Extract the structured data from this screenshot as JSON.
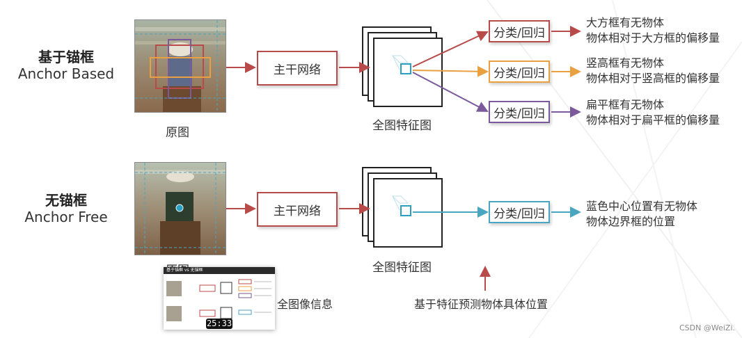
{
  "anchor_based": {
    "title_cn": "基于锚框",
    "title_en": "Anchor Based",
    "image_caption": "原图",
    "backbone_label": "主干网络",
    "feature_caption": "全图特征图",
    "heads": [
      {
        "label": "分类/回归",
        "color": "#b84a4a",
        "line1": "大方框有无物体",
        "line2": "物体相对于大方框的偏移量"
      },
      {
        "label": "分类/回归",
        "color": "#e8a040",
        "line1": "竖高框有无物体",
        "line2": "物体相对于竖高框的偏移量"
      },
      {
        "label": "分类/回归",
        "color": "#7a5a9a",
        "line1": "扁平框有无物体",
        "line2": "物体相对于扁平框的偏移量"
      }
    ]
  },
  "anchor_free": {
    "title_cn": "无锚框",
    "title_en": "Anchor Free",
    "image_caption": "原图",
    "backbone_label": "主干网络",
    "feature_caption": "全图特征图",
    "head_label": "分类/回归",
    "head_color": "#4aa6c0",
    "line1": "蓝色中心位置有无物体",
    "line2": "物体边界框的位置"
  },
  "bottom_left_partial": "全图像信息",
  "bottom_center": "基于特征预测物体具体位置",
  "video": {
    "duration": "25:33",
    "thumb_header": "基于锚框 vs 无锚框"
  },
  "watermark": "CSDN @WeiZi."
}
